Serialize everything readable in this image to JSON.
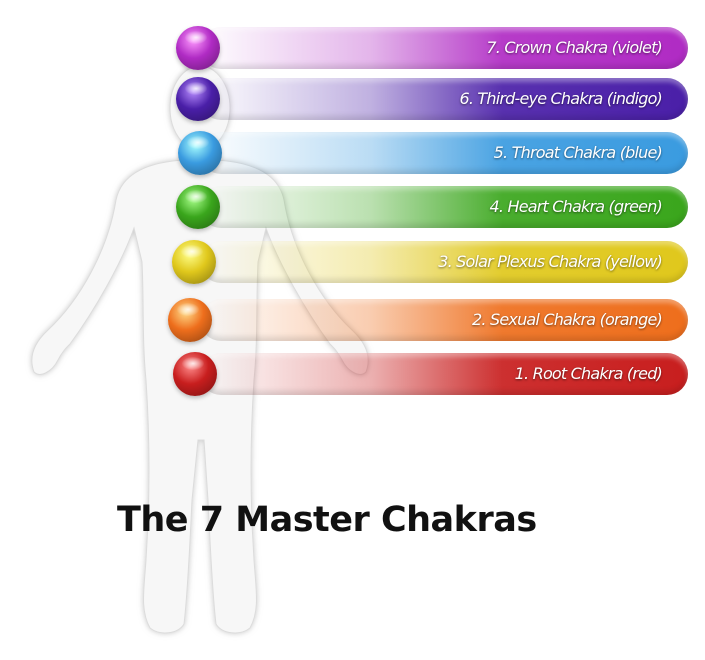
{
  "title": "The 7 Master Chakras",
  "chakras": [
    {
      "label": "7. Crown Chakra (violet)",
      "color": "#b02bc4"
    },
    {
      "label": "6. Third-eye Chakra (indigo)",
      "color": "#4a1fa8"
    },
    {
      "label": "5. Throat Chakra (blue)",
      "color": "#3a9be0"
    },
    {
      "label": "4. Heart Chakra (green)",
      "color": "#3aa61c"
    },
    {
      "label": "3. Solar Plexus Chakra (yellow)",
      "color": "#e0c81c"
    },
    {
      "label": "2. Sexual Chakra (orange)",
      "color": "#ee6e1c"
    },
    {
      "label": "1. Root Chakra (red)",
      "color": "#c81e1e"
    }
  ]
}
